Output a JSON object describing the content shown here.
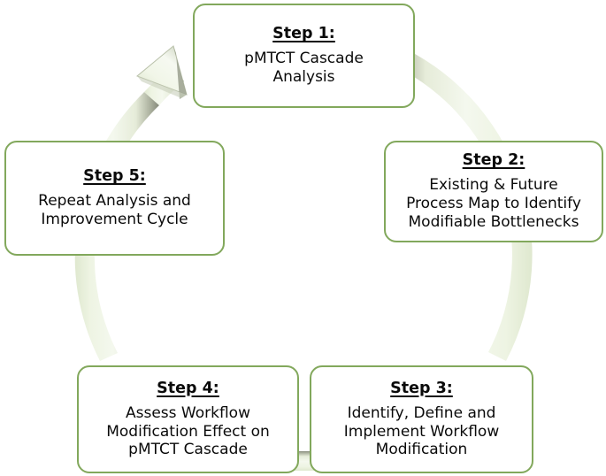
{
  "diagram": {
    "type": "cyclical-process",
    "shape": "circular-arrow-ring",
    "step_count": 5,
    "colors": {
      "box_border": "#82a85c",
      "box_fill": "#ffffff",
      "ring_light": "#f3f7ec",
      "ring_mid": "#e4ecd6",
      "ring_shadow": "#8d9382",
      "text": "#0a0a0a",
      "background": "#ffffff"
    },
    "arrow": {
      "name": "cycle-arrowhead",
      "direction": "clockwise",
      "points_to": "Step 1",
      "position": "top-left"
    }
  },
  "steps": [
    {
      "id": "step1",
      "title": "Step 1:",
      "body": "pMTCT Cascade\nAnalysis",
      "position": "top"
    },
    {
      "id": "step2",
      "title": "Step 2:",
      "body": "Existing & Future\nProcess Map to Identify\nModifiable Bottlenecks",
      "position": "right"
    },
    {
      "id": "step3",
      "title": "Step 3:",
      "body": "Identify, Define and\nImplement Workflow\nModification",
      "position": "bottom-right"
    },
    {
      "id": "step4",
      "title": "Step 4:",
      "body": "Assess Workflow\nModification Effect on\npMTCT Cascade",
      "position": "bottom-left"
    },
    {
      "id": "step5",
      "title": "Step 5:",
      "body": "Repeat Analysis and\nImprovement Cycle",
      "position": "left"
    }
  ]
}
